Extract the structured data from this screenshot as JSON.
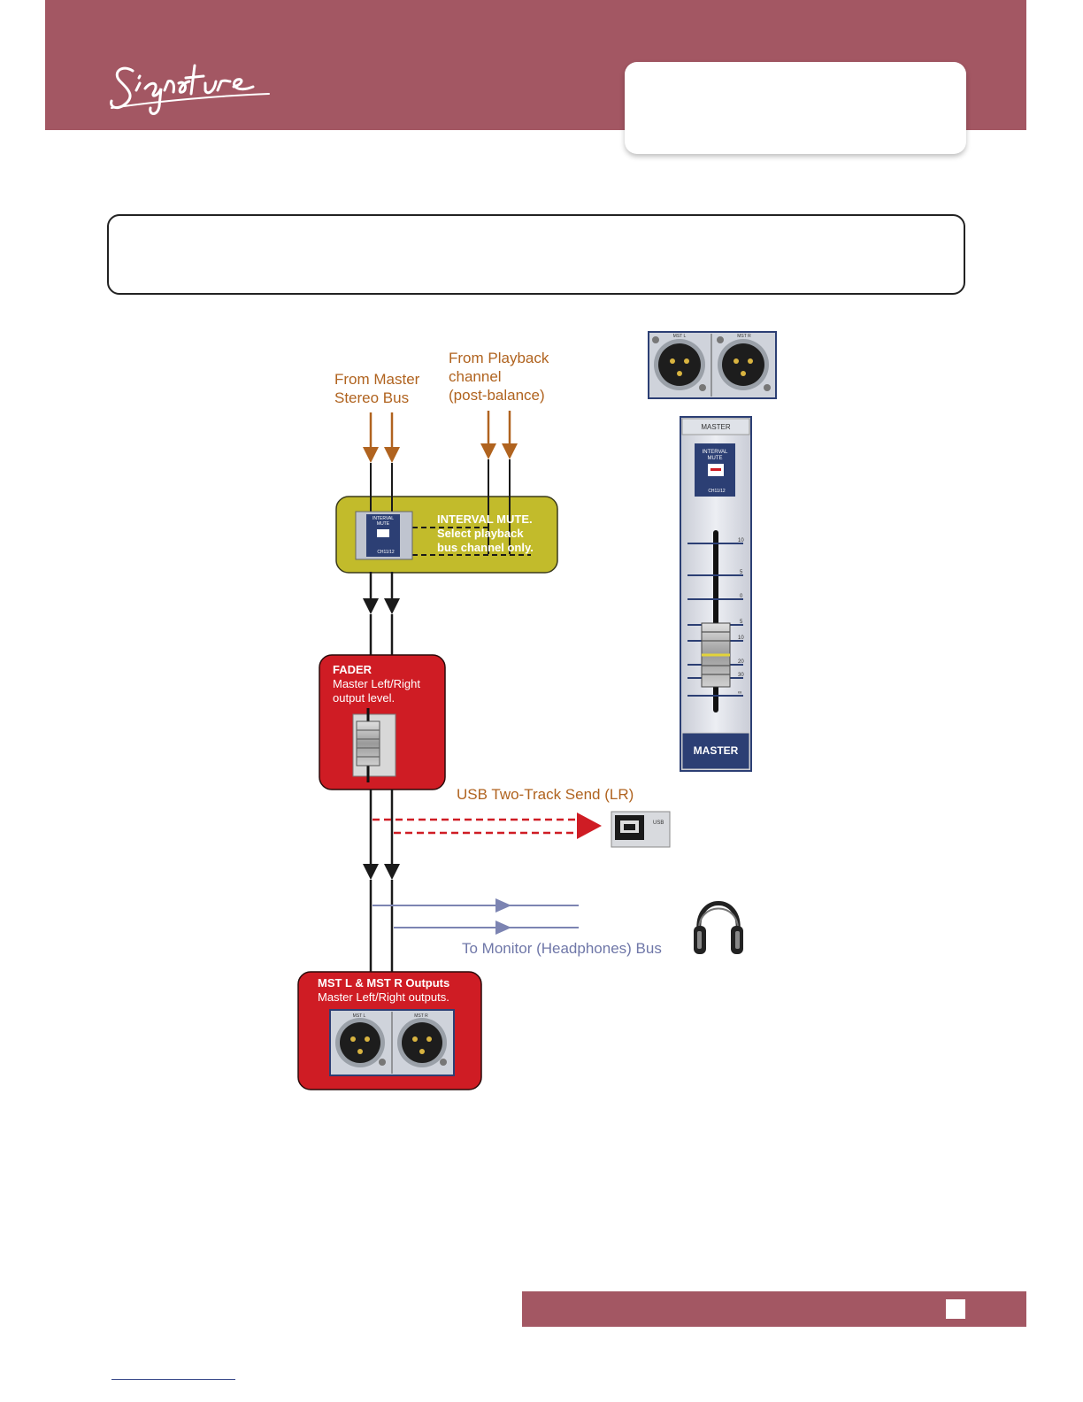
{
  "labels": {
    "from_master": [
      "From Master",
      "Stereo Bus"
    ],
    "from_playback": [
      "From Playback",
      "channel",
      "(post-balance)"
    ],
    "usb_send": "USB Two-Track Send (LR)",
    "monitor": "To Monitor (Headphones) Bus"
  },
  "blocks": {
    "interval_mute": {
      "title": "INTERVAL MUTE.",
      "desc": [
        "Select playback",
        "bus channel only."
      ],
      "button_text": [
        "INTERVAL",
        "MUTE"
      ],
      "button_sub": "CH11/12"
    },
    "fader": {
      "title": "FADER",
      "desc": [
        "Master Left/Right",
        "output level."
      ]
    },
    "outputs": {
      "title": "MST L & MST R Outputs",
      "desc": "Master Left/Right outputs.",
      "jack_labels": [
        "MST L",
        "MST R"
      ]
    }
  },
  "panel": {
    "header": "MASTER",
    "button_text": [
      "INTERVAL",
      "MUTE"
    ],
    "button_sub": "CH11/12",
    "scale": [
      "10",
      "5",
      "0",
      "5",
      "10",
      "20",
      "30",
      "∞"
    ],
    "footer": "MASTER",
    "xlr_labels": [
      "MST L",
      "MST R"
    ]
  },
  "usb_label": "USB",
  "icons": [
    "signature-logo",
    "xlr-connector-icon",
    "usb-b-port-icon",
    "headphones-icon",
    "fader-knob-icon"
  ],
  "colors": {
    "brand": "#a35763",
    "orange_signal": "#b0631f",
    "mute_block": "#c2bb2b",
    "red_block": "#cf1c24",
    "monitor_line": "#7c84b2",
    "panel_blue": "#2c3f74"
  }
}
